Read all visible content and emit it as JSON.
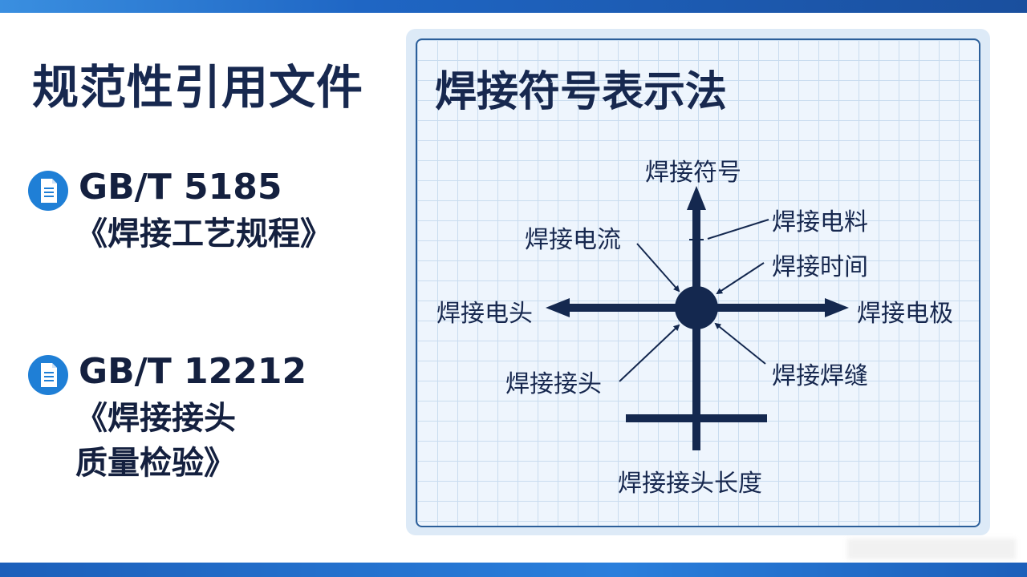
{
  "left": {
    "title": "规范性引用文件",
    "references": [
      {
        "code": "GB/T 5185",
        "name_lines": [
          "《焊接工艺规程》"
        ]
      },
      {
        "code": "GB/T 12212",
        "name_lines": [
          "《焊接接头",
          "质量检验》"
        ]
      }
    ]
  },
  "panel": {
    "title": "焊接符号表示法",
    "labels": {
      "top": "焊接符号",
      "upper_right": "焊接电料",
      "upper_left": "焊接电流",
      "right_time": "焊接时间",
      "left": "焊接电头",
      "right": "焊接电极",
      "lower_left": "焊接接头",
      "lower_right": "焊接焊缝",
      "bottom": "焊接接头长度"
    }
  },
  "colors": {
    "navy": "#14284f",
    "accent_blue": "#1f66c4",
    "grid": "#c9dcef",
    "icon_blue": "#1f7fd6"
  },
  "icons": {
    "reference": "document-icon"
  }
}
